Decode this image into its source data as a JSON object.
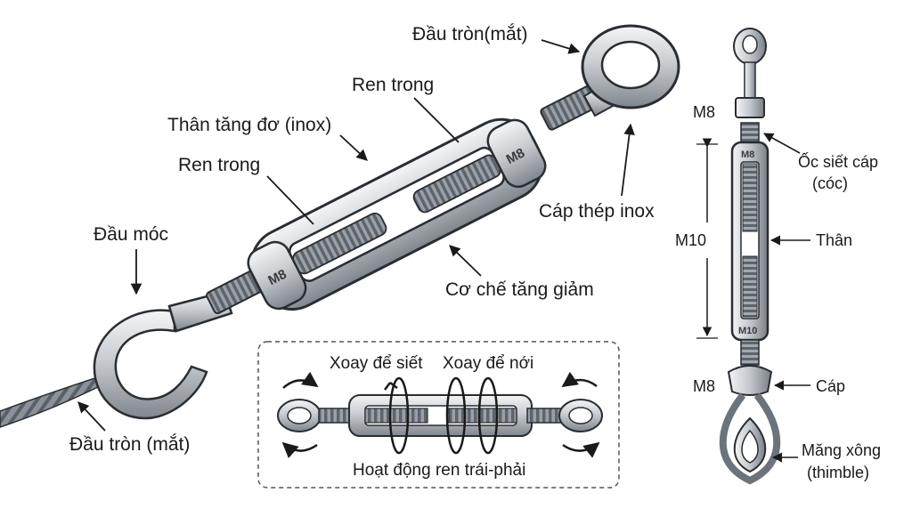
{
  "labels": {
    "eye_top": "Đầu tròn(mắt)",
    "inner_thread_top": "Ren trong",
    "body_main": "Thân tăng đơ (inox)",
    "inner_thread_left": "Ren trong",
    "hook_end": "Đầu móc",
    "eye_bottom": "Đầu tròn (mắt)",
    "steel_cable": "Cáp thép inox",
    "adjust_mechanism": "Cơ chế tăng giảm"
  },
  "etched": {
    "main_right": "M8",
    "main_left": "M8",
    "side_top": "M8",
    "side_bottom": "M10"
  },
  "inset": {
    "tighten": "Xoay để siết",
    "loosen": "Xoay để nới",
    "caption": "Hoạt động ren trái-phải"
  },
  "side": {
    "m8_top": "M8",
    "clamp_nut_line1": "Ốc siết cáp",
    "clamp_nut_line2": "(cóc)",
    "m10": "M10",
    "body": "Thân",
    "m8_bottom": "M8",
    "cable": "Cáp",
    "thimble_line1": "Măng xông",
    "thimble_line2": "(thimble)"
  },
  "colors": {
    "steel_light": "#eef0f2",
    "steel_mid": "#b9bec4",
    "steel_dark": "#6d737a",
    "outline": "#2a2d31"
  }
}
